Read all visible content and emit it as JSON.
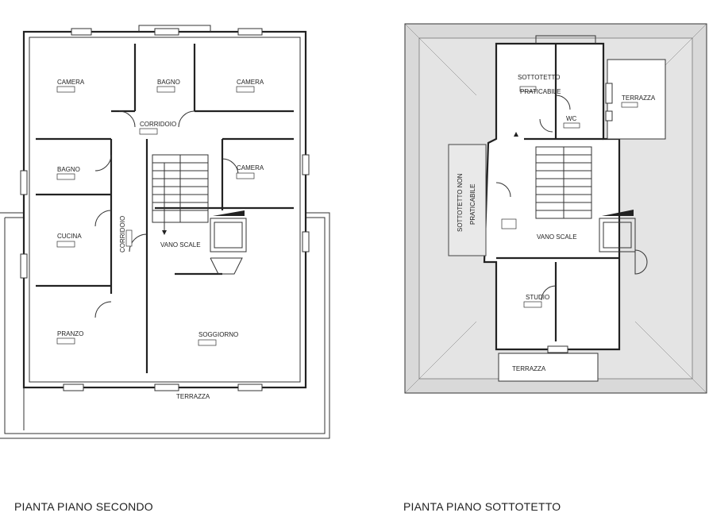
{
  "captions": {
    "left": "PIANTA PIANO SECONDO",
    "right": "PIANTA PIANO SOTTOTETTO"
  },
  "second_floor": {
    "rooms": {
      "camera1": "CAMERA",
      "bagno1": "BAGNO",
      "camera2": "CAMERA",
      "corridoio1": "CORRIDOIO",
      "bagno2": "BAGNO",
      "camera3": "CAMERA",
      "cucina": "CUCINA",
      "corridoio2": "CORRIDOIO",
      "vano_scale": "VANO SCALE",
      "pranzo": "PRANZO",
      "soggiorno": "SOGGIORNO",
      "terrazza": "TERRAZZA"
    }
  },
  "attic_floor": {
    "rooms": {
      "sottotetto_line1": "SOTTOTETTO",
      "sottotetto_line2": "PRATICABILE",
      "terrazza_top": "TERRAZZA",
      "wc": "WC",
      "non_prat_line1": "SOTTOTETTO NON",
      "non_prat_line2": "PRATICABILE",
      "vano_scale": "VANO SCALE",
      "studio": "STUDIO",
      "terrazza_bottom": "TERRAZZA"
    }
  }
}
